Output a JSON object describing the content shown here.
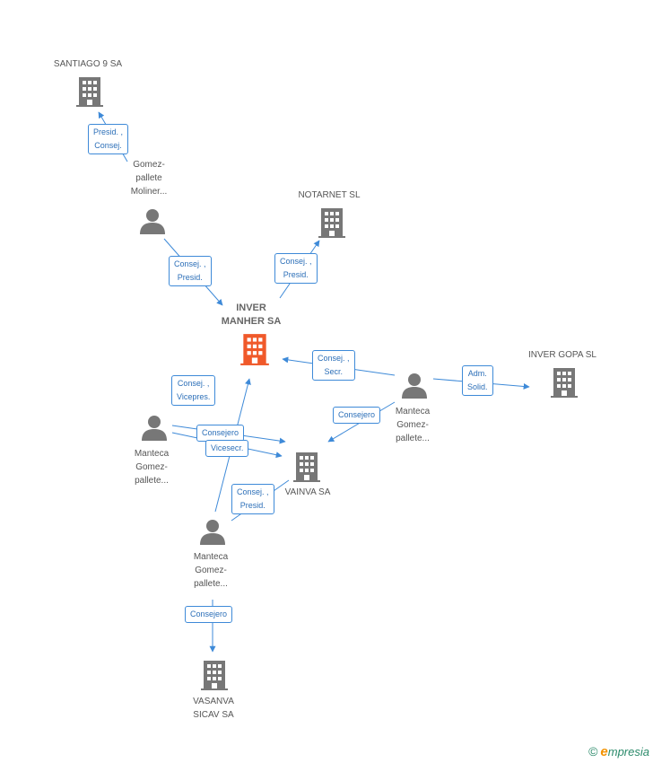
{
  "nodes": {
    "santiago": {
      "lines": [
        "SANTIAGO 9 SA"
      ]
    },
    "notarnet": {
      "lines": [
        "NOTARNET SL"
      ]
    },
    "inver_manher": {
      "lines": [
        "INVER",
        "MANHER SA"
      ]
    },
    "inver_gopa": {
      "lines": [
        "INVER GOPA SL"
      ]
    },
    "vainva": {
      "lines": [
        "VAINVA SA"
      ]
    },
    "vasanva": {
      "lines": [
        "VASANVA",
        "SICAV SA"
      ]
    },
    "gomez_moliner": {
      "lines": [
        "Gomez-",
        "pallete",
        "Moliner..."
      ]
    },
    "manteca_right": {
      "lines": [
        "Manteca",
        "Gomez-",
        "pallete..."
      ]
    },
    "manteca_left": {
      "lines": [
        "Manteca",
        "Gomez-",
        "pallete..."
      ]
    },
    "manteca_bottom": {
      "lines": [
        "Manteca",
        "Gomez-",
        "pallete..."
      ]
    }
  },
  "edges": {
    "e1": [
      "Presid. ,",
      "Consej."
    ],
    "e2": [
      "Consej. ,",
      "Presid."
    ],
    "e3": [
      "Consej. ,",
      "Presid."
    ],
    "e4": [
      "Consej. ,",
      "Secr."
    ],
    "e5": [
      "Adm.",
      "Solid."
    ],
    "e6": [
      "Consejero"
    ],
    "e7": [
      "Consej. ,",
      "Vicepres."
    ],
    "e8": [
      "Consejero"
    ],
    "e9": [
      "Vicesecr."
    ],
    "e10": [
      "Consej. ,",
      "Presid."
    ],
    "e11": [
      "Consejero"
    ]
  },
  "colors": {
    "edge": "#3e8ad8",
    "icon": "#777777",
    "center_icon": "#f0592a"
  },
  "icons": {
    "company": "building-icon",
    "person": "person-icon"
  },
  "watermark": {
    "copyright": "©",
    "brand_first": "e",
    "brand_rest": "mpresia"
  }
}
